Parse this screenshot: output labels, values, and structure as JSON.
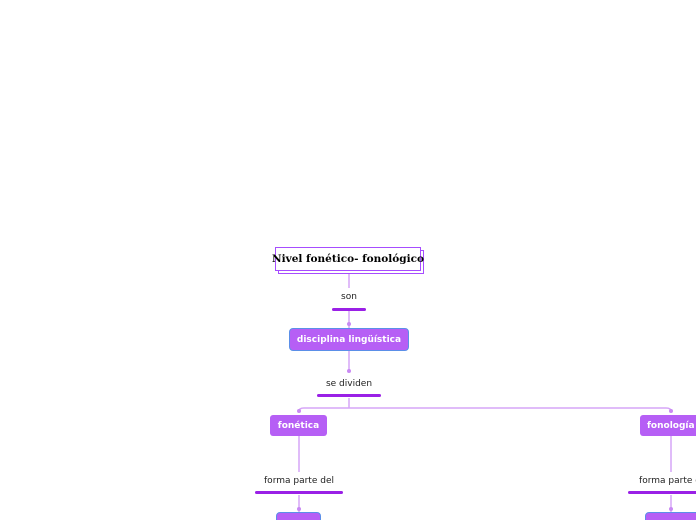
{
  "map": {
    "root": {
      "label": "Nivel fonético- fonológico"
    },
    "link_son": {
      "label": "son"
    },
    "disciplina": {
      "label": "disciplina lingüística"
    },
    "link_se_dividen": {
      "label": "se dividen"
    },
    "fonetica": {
      "label": "fonética"
    },
    "fonologia": {
      "label": "fonología"
    },
    "link_forma_left": {
      "label": "forma parte del"
    },
    "link_forma_right": {
      "label": "forma parte d"
    }
  },
  "colors": {
    "node_fill": "#b65ff5",
    "connector": "#d6a6f7",
    "link_bar": "#9a20e6",
    "selected_border": "#5b8fe8"
  }
}
